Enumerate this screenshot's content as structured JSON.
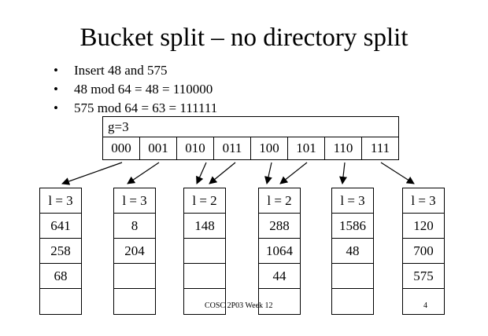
{
  "title": "Bucket split – no directory split",
  "bullets": [
    "Insert 48 and 575",
    "48 mod 64 = 48 = 110000",
    "575 mod 64 = 63 = 111111"
  ],
  "directory": {
    "label": "g=3",
    "entries": [
      "000",
      "001",
      "010",
      "011",
      "100",
      "101",
      "110",
      "111"
    ]
  },
  "buckets": [
    {
      "depth": "l = 3",
      "items": [
        "641",
        "258",
        "68",
        ""
      ]
    },
    {
      "depth": "l = 3",
      "items": [
        "8",
        "204",
        "",
        ""
      ]
    },
    {
      "depth": "l = 2",
      "items": [
        "148",
        "",
        "",
        ""
      ]
    },
    {
      "depth": "l = 2",
      "items": [
        "288",
        "1064",
        "44",
        ""
      ]
    },
    {
      "depth": "l = 3",
      "items": [
        "1586",
        "48",
        "",
        ""
      ]
    },
    {
      "depth": "l = 3",
      "items": [
        "120",
        "700",
        "575",
        ""
      ]
    }
  ],
  "pointers": [
    {
      "entry": "000",
      "bucket": 0
    },
    {
      "entry": "001",
      "bucket": 1
    },
    {
      "entry": "010",
      "bucket": 2
    },
    {
      "entry": "011",
      "bucket": 2
    },
    {
      "entry": "100",
      "bucket": 3
    },
    {
      "entry": "101",
      "bucket": 3
    },
    {
      "entry": "110",
      "bucket": 4
    },
    {
      "entry": "111",
      "bucket": 5
    }
  ],
  "footer": {
    "course": "COSC 2P03 Week 12",
    "page": "4"
  }
}
